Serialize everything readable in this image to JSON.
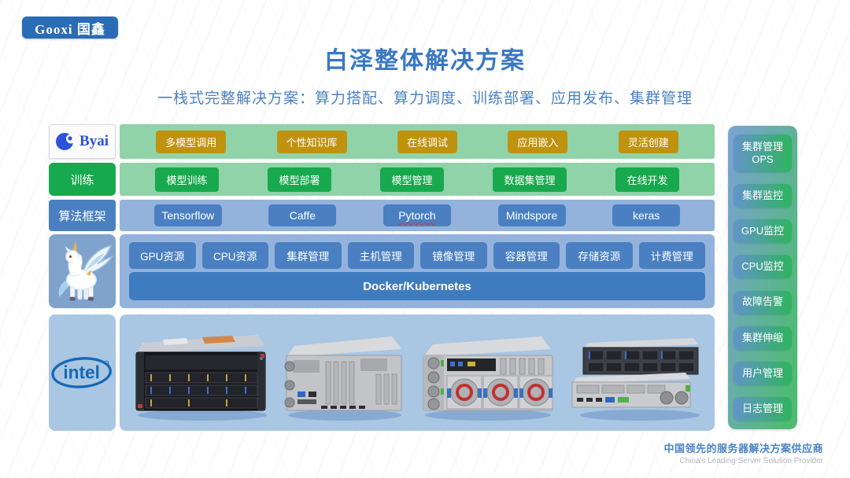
{
  "header": {
    "logo": "Gooxi 国鑫",
    "title": "白泽整体解决方案",
    "subtitle": "一栈式完整解决方案：算力搭配、算力调度、训练部署、应用发布、集群管理"
  },
  "left_rail": {
    "byai": "Byai",
    "training": "训练",
    "framework": "算法框架",
    "intel": "intel"
  },
  "layers": {
    "app": [
      "多模型调用",
      "个性知识库",
      "在线调试",
      "应用嵌入",
      "灵活创建"
    ],
    "model": [
      "模型训练",
      "模型部署",
      "模型管理",
      "数据集管理",
      "在线开发"
    ],
    "framework": [
      "Tensorflow",
      "Caffe",
      "Pytorch",
      "Mindspore",
      "keras"
    ],
    "resource": [
      "GPU资源",
      "CPU资源",
      "集群管理",
      "主机管理",
      "镜像管理",
      "容器管理",
      "存储资源",
      "计费管理"
    ],
    "platform": "Docker/Kubernetes"
  },
  "ops": {
    "items": [
      "集群管理\nOPS",
      "集群监控",
      "GPU监控",
      "CPU监控",
      "故障告警",
      "集群伸缩",
      "用户管理",
      "日志管理"
    ]
  },
  "footer": {
    "cn": "中国领先的服务器解决方案供应商",
    "en": "China's Leading Server Solution Provider"
  },
  "colors": {
    "title_blue": "#3a78c2",
    "gold_button": "#bf930f",
    "green_button": "#18a94e",
    "blue_button": "#4a80c2",
    "band_green": "#90d3a8",
    "band_blue": "#93b3dd",
    "panel_blue": "#a9c6e3",
    "docker_bar": "#3f7bbf",
    "ops_gradient_left": "#6394c9",
    "ops_gradient_right": "#2eb45e",
    "gooxi_logo_bg": "#2a6cb5",
    "byai_blue": "#2b52d8",
    "intel_blue": "#1668b4"
  }
}
